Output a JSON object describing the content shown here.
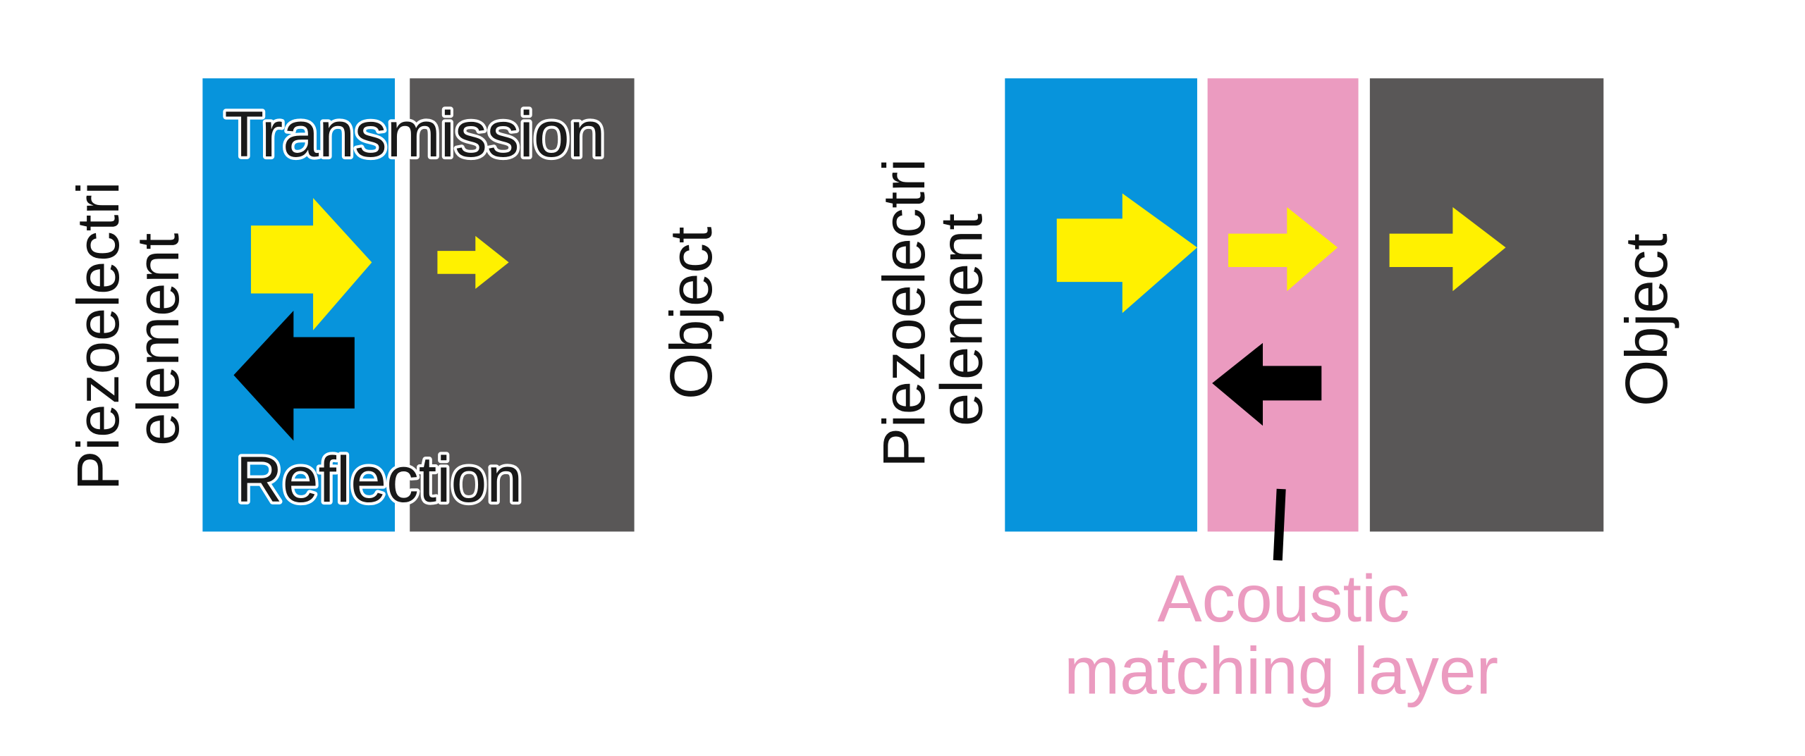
{
  "colors": {
    "piezo": "#0794dc",
    "object": "#595757",
    "matching_layer": "#eb9bc0",
    "transmission_arrow": "#fff100",
    "reflection_arrow": "#000000",
    "matching_label": "#eb9bc0"
  },
  "left_panel": {
    "piezo_label_line1": "Piezoelectri",
    "piezo_label_line2": "element",
    "object_label": "Object",
    "transmission_label": "Transmission",
    "reflection_label": "Reflection"
  },
  "right_panel": {
    "piezo_label_line1": "Piezoelectri",
    "piezo_label_line2": "element",
    "object_label": "Object",
    "matching_label_line1": "Acoustic",
    "matching_label_line2": "matching layer"
  }
}
